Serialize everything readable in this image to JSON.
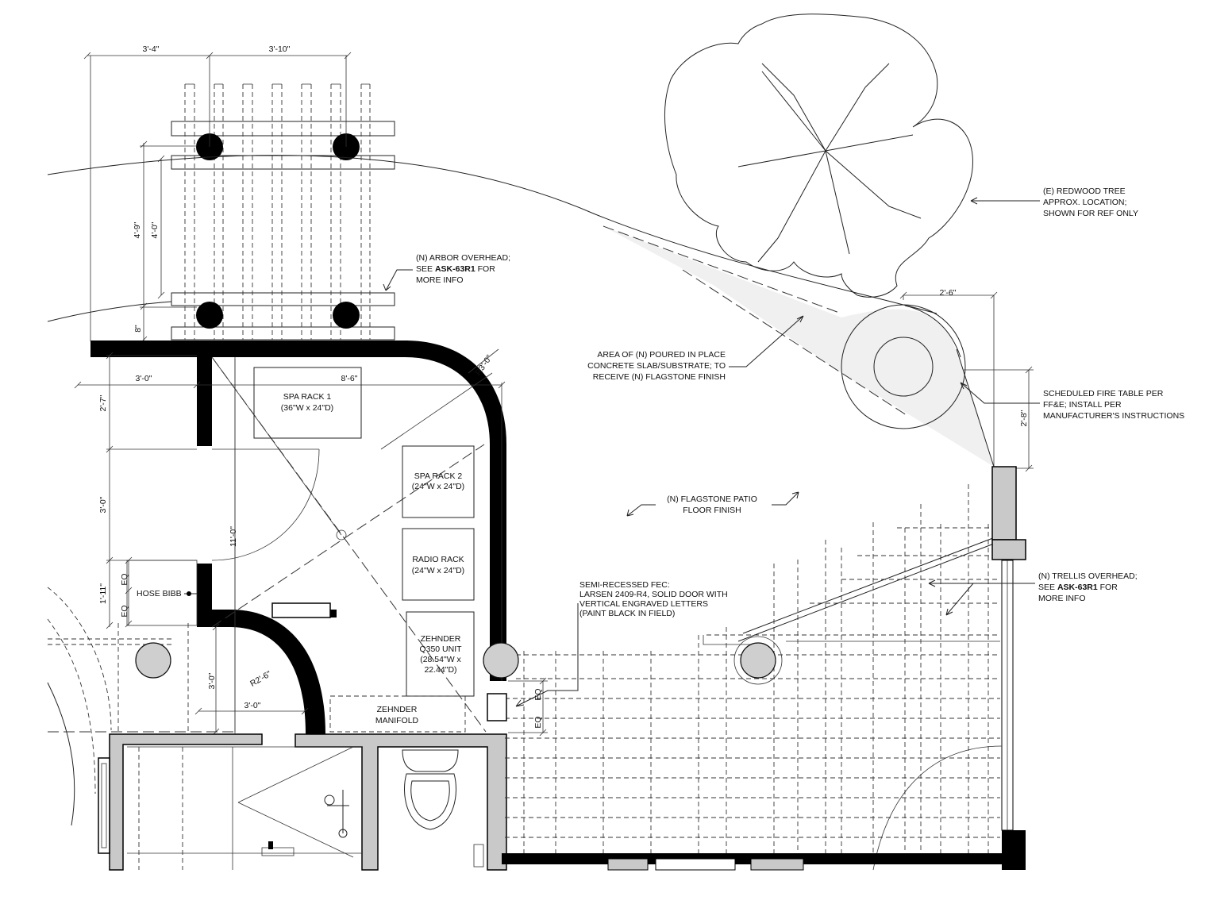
{
  "dimensions": {
    "arbor_left_width": "3'-4\"",
    "arbor_right_width": "3'-10\"",
    "arbor_depth_outer": "4'-9\"",
    "arbor_depth_inner": "4'-0\"",
    "arbor_offset": "8\"",
    "wall_offset": "3'-0\"",
    "room_width": "8'-6\"",
    "corner_radius": "R3'-0\"",
    "upper_segment": "2'-7\"",
    "middle_segment": "3'-0\"",
    "lower_segment": "1'-11\"",
    "room_depth": "11'-0\"",
    "door_offset": "3'-0\"",
    "door_width": "3'-0\"",
    "door_radius": "R2'-6\"",
    "eq": "EQ",
    "fire_table_width": "2'-6\"",
    "fire_table_depth": "2'-8\""
  },
  "equipment": {
    "spa_rack_1": {
      "name": "SPA RACK 1",
      "size": "(36\"W x 24\"D)"
    },
    "spa_rack_2": {
      "name": "SPA RACK 2",
      "size": "(24\"W x 24\"D)"
    },
    "radio_rack": {
      "name": "RADIO RACK",
      "size": "(24\"W x 24\"D)"
    },
    "zehnder_unit": {
      "line1": "ZEHNDER",
      "line2": "Q350 UNIT",
      "line3": "(28.54\"W x",
      "line4": "22.44\"D)"
    },
    "zehnder_manifold": {
      "line1": "ZEHNDER",
      "line2": "MANIFOLD"
    },
    "hose_bibb": "HOSE BIBB"
  },
  "notes": {
    "arbor": {
      "line1": "(N) ARBOR OVERHEAD;",
      "line2_pre": "SEE ",
      "line2_ref": "ASK-63R1",
      "line2_post": " FOR",
      "line3": "MORE INFO"
    },
    "redwood": {
      "line1": "(E) REDWOOD TREE",
      "line2": "APPROX. LOCATION;",
      "line3": "SHOWN FOR REF ONLY"
    },
    "concrete": {
      "line1": "AREA OF (N) POURED IN PLACE",
      "line2": "CONCRETE SLAB/SUBSTRATE; TO",
      "line3": "RECEIVE (N) FLAGSTONE FINISH"
    },
    "fire_table": {
      "line1": "SCHEDULED FIRE TABLE PER",
      "line2": "FF&E; INSTALL PER",
      "line3": "MANUFACTURER'S INSTRUCTIONS"
    },
    "patio": {
      "line1": "(N) FLAGSTONE PATIO",
      "line2": "FLOOR FINISH"
    },
    "fec": {
      "line1": "SEMI-RECESSED FEC:",
      "line2": "LARSEN 2409-R4, SOLID DOOR WITH",
      "line3": "VERTICAL ENGRAVED LETTERS",
      "line4": "(PAINT BLACK IN FIELD)"
    },
    "trellis": {
      "line1": "(N) TRELLIS OVERHEAD;",
      "line2_pre": "SEE ",
      "line2_ref": "ASK-63R1",
      "line2_post": " FOR",
      "line3": "MORE INFO"
    }
  }
}
